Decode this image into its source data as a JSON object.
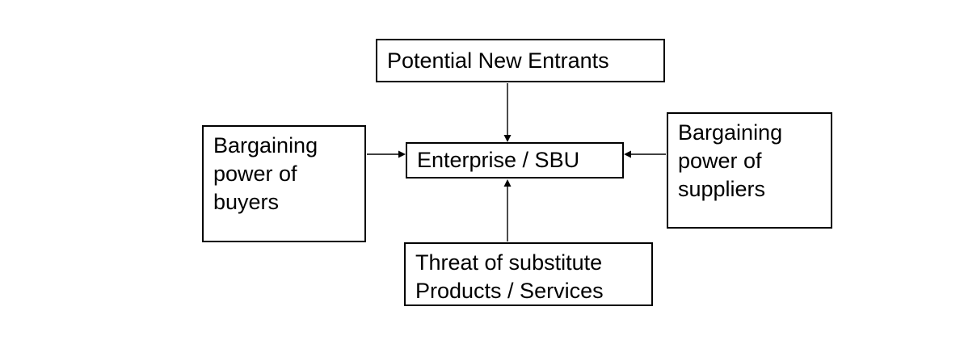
{
  "diagram": {
    "type": "five-forces",
    "background_color": "#ffffff",
    "line_color": "#000000",
    "text_color": "#000000",
    "boxes": {
      "potential_new_entrants": {
        "label": "Potential New Entrants"
      },
      "enterprise_sbu": {
        "label": "Enterprise / SBU"
      },
      "bargaining_power_of_buyers": {
        "label": "Bargaining\npower of\nbuyers"
      },
      "bargaining_power_of_suppliers": {
        "label": "Bargaining\npower of\nsuppliers"
      },
      "threat_of_substitutes": {
        "label": "Threat of substitute\nProducts / Services"
      }
    },
    "arrows": [
      {
        "from": "potential_new_entrants",
        "to": "enterprise_sbu",
        "direction": "down"
      },
      {
        "from": "bargaining_power_of_buyers",
        "to": "enterprise_sbu",
        "direction": "right"
      },
      {
        "from": "bargaining_power_of_suppliers",
        "to": "enterprise_sbu",
        "direction": "left"
      },
      {
        "from": "threat_of_substitutes",
        "to": "enterprise_sbu",
        "direction": "up"
      }
    ]
  }
}
